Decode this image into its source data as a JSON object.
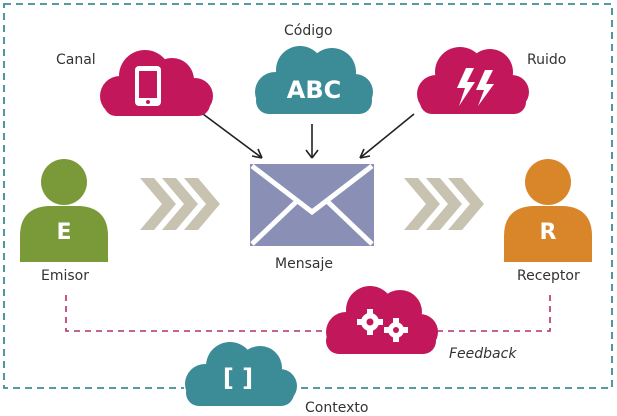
{
  "labels": {
    "canal": "Canal",
    "codigo": "Código",
    "ruido": "Ruido",
    "emisor": "Emisor",
    "mensaje": "Mensaje",
    "receptor": "Receptor",
    "feedback": "Feedback",
    "contexto": "Contexto"
  },
  "glyphs": {
    "code_text": "ABC",
    "emisor_letter": "E",
    "receptor_letter": "R",
    "context_brackets": "[ ]"
  },
  "colors": {
    "crimson": "#c2185b",
    "teal": "#3c8c97",
    "olive_green": "#7a9a3a",
    "orange": "#d9862a",
    "envelope": "#8a8fb5",
    "chevron": "#c8c2b0",
    "frame": "#3c8c97",
    "feedback_line": "#b03070"
  },
  "icons": {
    "canal": "phone-icon",
    "codigo": "abc-text-icon",
    "ruido": "lightning-icon",
    "mensaje": "envelope-icon",
    "emisor": "person-icon",
    "receptor": "person-icon",
    "feedback": "gears-icon",
    "contexto": "brackets-icon"
  }
}
